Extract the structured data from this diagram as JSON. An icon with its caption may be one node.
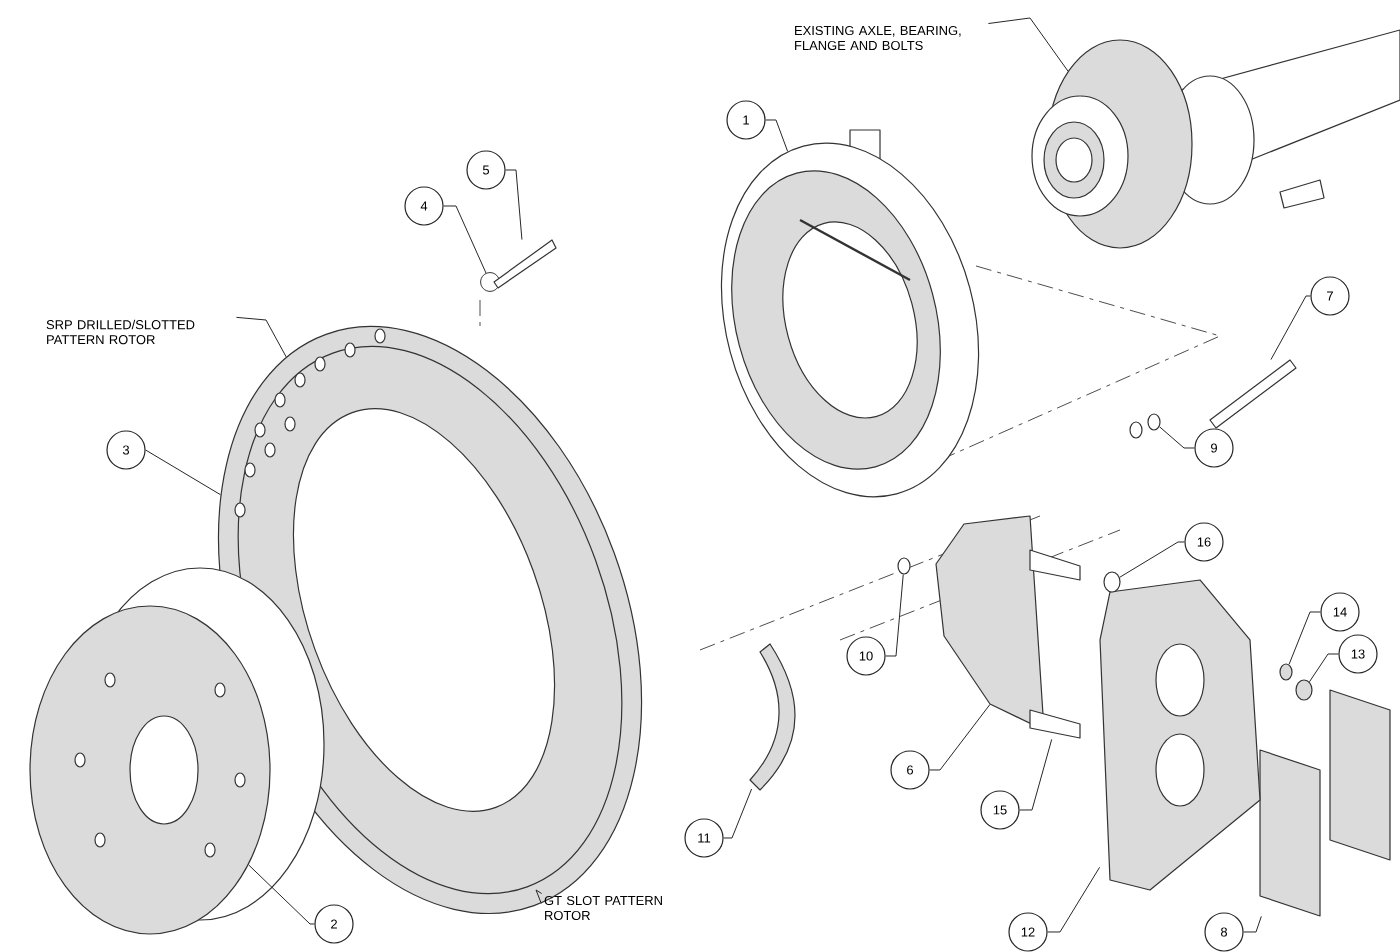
{
  "diagram": {
    "nodes": [
      {
        "text": [
          "1"
        ]
      },
      {
        "text": [
          "2"
        ]
      },
      {
        "text": [
          "3"
        ]
      },
      {
        "text": [
          "4"
        ]
      },
      {
        "text": [
          "5"
        ]
      },
      {
        "text": [
          "6"
        ]
      },
      {
        "text": [
          "7"
        ]
      },
      {
        "text": [
          "8"
        ]
      },
      {
        "text": [
          "9"
        ]
      },
      {
        "text": [
          "10"
        ]
      },
      {
        "text": [
          "11"
        ]
      },
      {
        "text": [
          "12"
        ]
      },
      {
        "text": [
          "13"
        ]
      },
      {
        "text": [
          "14"
        ]
      },
      {
        "text": [
          "15"
        ]
      },
      {
        "text": [
          "16"
        ]
      },
      {
        "text": [
          "EXISTING AXLE, BEARING, FLANGE AND BOLTS"
        ]
      },
      {
        "text": [
          "SRP DRILLED/SLOTTED PATTERN ROTOR"
        ]
      },
      {
        "text": [
          "GT SLOT PATTERN ROTOR"
        ]
      },
      {
        "text": [],
        "shape": "picture"
      },
      {
        "text": [],
        "shape": "picture"
      },
      {
        "text": [],
        "shape": "picture"
      },
      {
        "text": [],
        "shape": "circle"
      },
      {
        "text": [],
        "shape": "bar"
      },
      {
        "text": [],
        "shape": "picture"
      },
      {
        "text": [],
        "shape": "bar"
      },
      {
        "text": [],
        "shape": "picture"
      },
      {
        "text": [],
        "shape": "circle"
      },
      {
        "text": [],
        "shape": "circle"
      },
      {
        "text": [],
        "shape": "picture"
      },
      {
        "text": [],
        "shape": "picture"
      },
      {
        "text": [],
        "shape": "circle"
      },
      {
        "text": [],
        "shape": "circle"
      },
      {
        "text": [],
        "shape": "bar"
      },
      {
        "text": [],
        "shape": "circle"
      },
      {
        "text": [],
        "shape": "picture"
      }
    ],
    "edges": [
      {
        "from": 0,
        "to": 19,
        "arrow": "none"
      },
      {
        "from": 1,
        "to": 20,
        "arrow": "none"
      },
      {
        "from": 2,
        "to": 21,
        "arrow": "none"
      },
      {
        "from": 3,
        "to": 22,
        "arrow": "none"
      },
      {
        "from": 4,
        "to": 23,
        "arrow": "none"
      },
      {
        "from": 5,
        "to": 24,
        "arrow": "none"
      },
      {
        "from": 6,
        "to": 25,
        "arrow": "none"
      },
      {
        "from": 7,
        "to": 26,
        "arrow": "none"
      },
      {
        "from": 8,
        "to": 27,
        "arrow": "none"
      },
      {
        "from": 9,
        "to": 28,
        "arrow": "none"
      },
      {
        "from": 10,
        "to": 29,
        "arrow": "none"
      },
      {
        "from": 11,
        "to": 30,
        "arrow": "none"
      },
      {
        "from": 12,
        "to": 31,
        "arrow": "none"
      },
      {
        "from": 13,
        "to": 32,
        "arrow": "none"
      },
      {
        "from": 14,
        "to": 33,
        "arrow": "none"
      },
      {
        "from": 15,
        "to": 34,
        "arrow": "none"
      },
      {
        "from": 16,
        "to": 35,
        "arrow": "none"
      },
      {
        "from": 17,
        "to": 21,
        "arrow": "none"
      },
      {
        "from": 18,
        "to": 21,
        "arrow": "none"
      }
    ]
  }
}
